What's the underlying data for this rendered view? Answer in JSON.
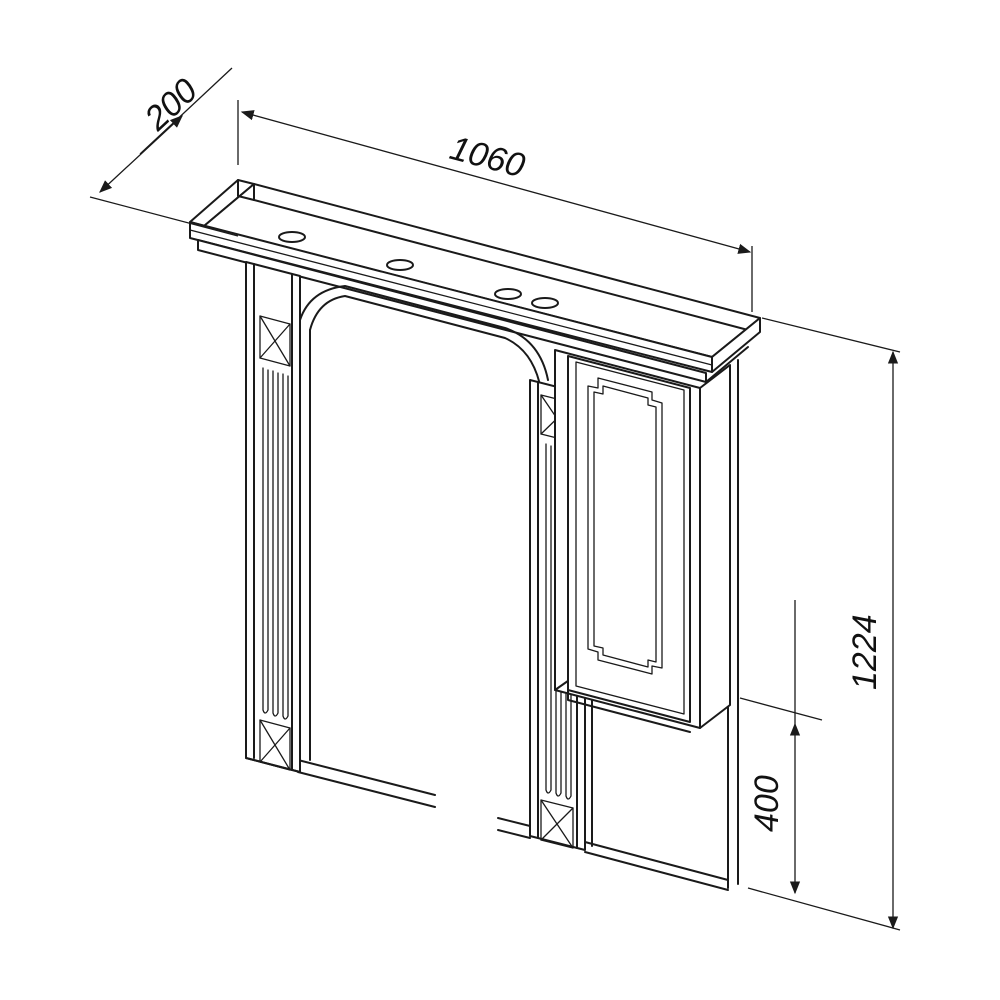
{
  "dimensions": {
    "depth": "200",
    "width": "1060",
    "height": "1224",
    "cabinet_bottom": "400"
  },
  "colors": {
    "line": "#1a1a1a",
    "background": "#ffffff"
  }
}
